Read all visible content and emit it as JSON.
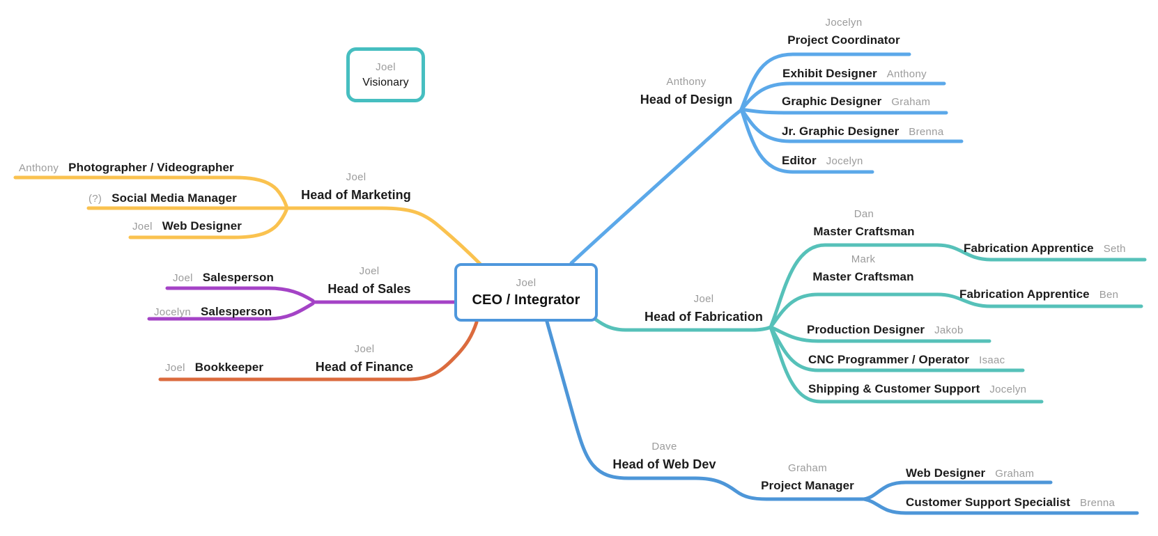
{
  "visionary": {
    "name": "Joel",
    "role": "Visionary"
  },
  "ceo": {
    "name": "Joel",
    "role": "CEO / Integrator"
  },
  "branches": {
    "marketing": {
      "name": "Joel",
      "role": "Head of Marketing",
      "color": "#FAC24F",
      "children": {
        "photographer": {
          "name": "Anthony",
          "role": "Photographer / Videographer"
        },
        "social_media": {
          "name": "(?)",
          "role": "Social Media Manager"
        },
        "web_designer": {
          "name": "Joel",
          "role": "Web Designer"
        }
      }
    },
    "sales": {
      "name": "Joel",
      "role": "Head of Sales",
      "color": "#A443C6",
      "children": {
        "salesperson_1": {
          "name": "Joel",
          "role": "Salesperson"
        },
        "salesperson_2": {
          "name": "Jocelyn",
          "role": "Salesperson"
        }
      }
    },
    "finance": {
      "name": "Joel",
      "role": "Head of Finance",
      "color": "#DB6B3E",
      "children": {
        "bookkeeper": {
          "name": "Joel",
          "role": "Bookkeeper"
        }
      }
    },
    "design": {
      "name": "Anthony",
      "role": "Head of Design",
      "color": "#5BA8E9",
      "children": {
        "project_coordinator": {
          "name": "Jocelyn",
          "role": "Project Coordinator"
        },
        "exhibit_designer": {
          "name": "Anthony",
          "role": "Exhibit Designer"
        },
        "graphic_designer": {
          "name": "Graham",
          "role": "Graphic Designer"
        },
        "jr_graphic_designer": {
          "name": "Brenna",
          "role": "Jr. Graphic Designer"
        },
        "editor": {
          "name": "Jocelyn",
          "role": "Editor"
        }
      }
    },
    "fabrication": {
      "name": "Joel",
      "role": "Head of Fabrication",
      "color": "#56C1B9",
      "children": {
        "master_craftsman_1": {
          "name": "Dan",
          "role": "Master Craftsman",
          "children": {
            "apprentice": {
              "name": "Seth",
              "role": "Fabrication Apprentice"
            }
          }
        },
        "master_craftsman_2": {
          "name": "Mark",
          "role": "Master Craftsman",
          "children": {
            "apprentice": {
              "name": "Ben",
              "role": "Fabrication Apprentice"
            }
          }
        },
        "production_designer": {
          "name": "Jakob",
          "role": "Production Designer"
        },
        "cnc_programmer": {
          "name": "Isaac",
          "role": "CNC Programmer / Operator"
        },
        "shipping": {
          "name": "Jocelyn",
          "role": "Shipping & Customer Support"
        }
      }
    },
    "webdev": {
      "name": "Dave",
      "role": "Head of Web Dev",
      "color": "#4D96D8",
      "children": {
        "project_manager": {
          "name": "Graham",
          "role": "Project Manager",
          "children": {
            "web_designer": {
              "name": "Graham",
              "role": "Web Designer"
            },
            "customer_support": {
              "name": "Brenna",
              "role": "Customer Support Specialist"
            }
          }
        }
      }
    }
  },
  "colors": {
    "role_text": "#1B1B1B",
    "name_text": "#9B9B9B",
    "ceo_border": "#4E97DC",
    "visionary_border": "#46BEC0"
  }
}
